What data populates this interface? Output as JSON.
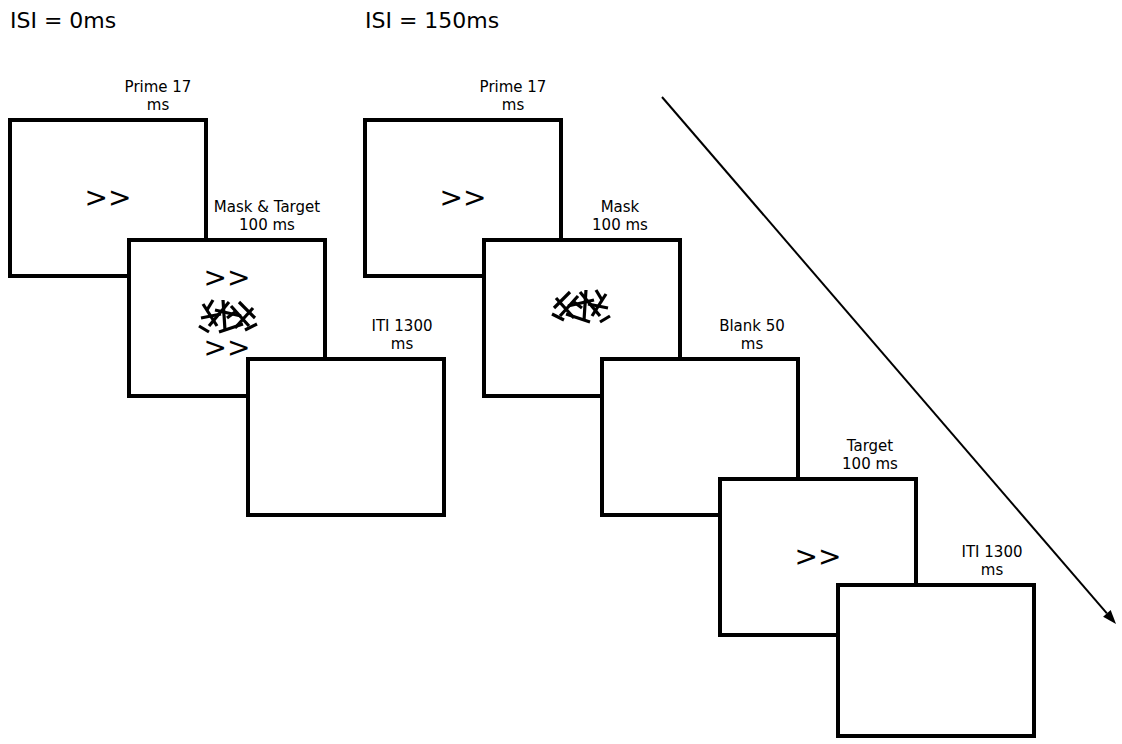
{
  "diagram": {
    "nodes": [
      {
        "text": [
          "Prime 17 ms",
          ">>"
        ]
      },
      {
        "text": [
          "Mask & Target 100 ms",
          ">>",
          ">>"
        ]
      },
      {
        "text": [
          "ITI 1300 ms"
        ]
      },
      {
        "text": [
          "Prime 17 ms",
          ">>"
        ]
      },
      {
        "text": [
          "Mask 100 ms"
        ]
      },
      {
        "text": [
          "Blank 50 ms"
        ]
      },
      {
        "text": [
          "Target 100 ms",
          ">>"
        ]
      },
      {
        "text": [
          "ITI 1300 ms"
        ]
      }
    ],
    "labels": [
      "ISI = 0ms",
      "ISI = 150ms"
    ]
  }
}
